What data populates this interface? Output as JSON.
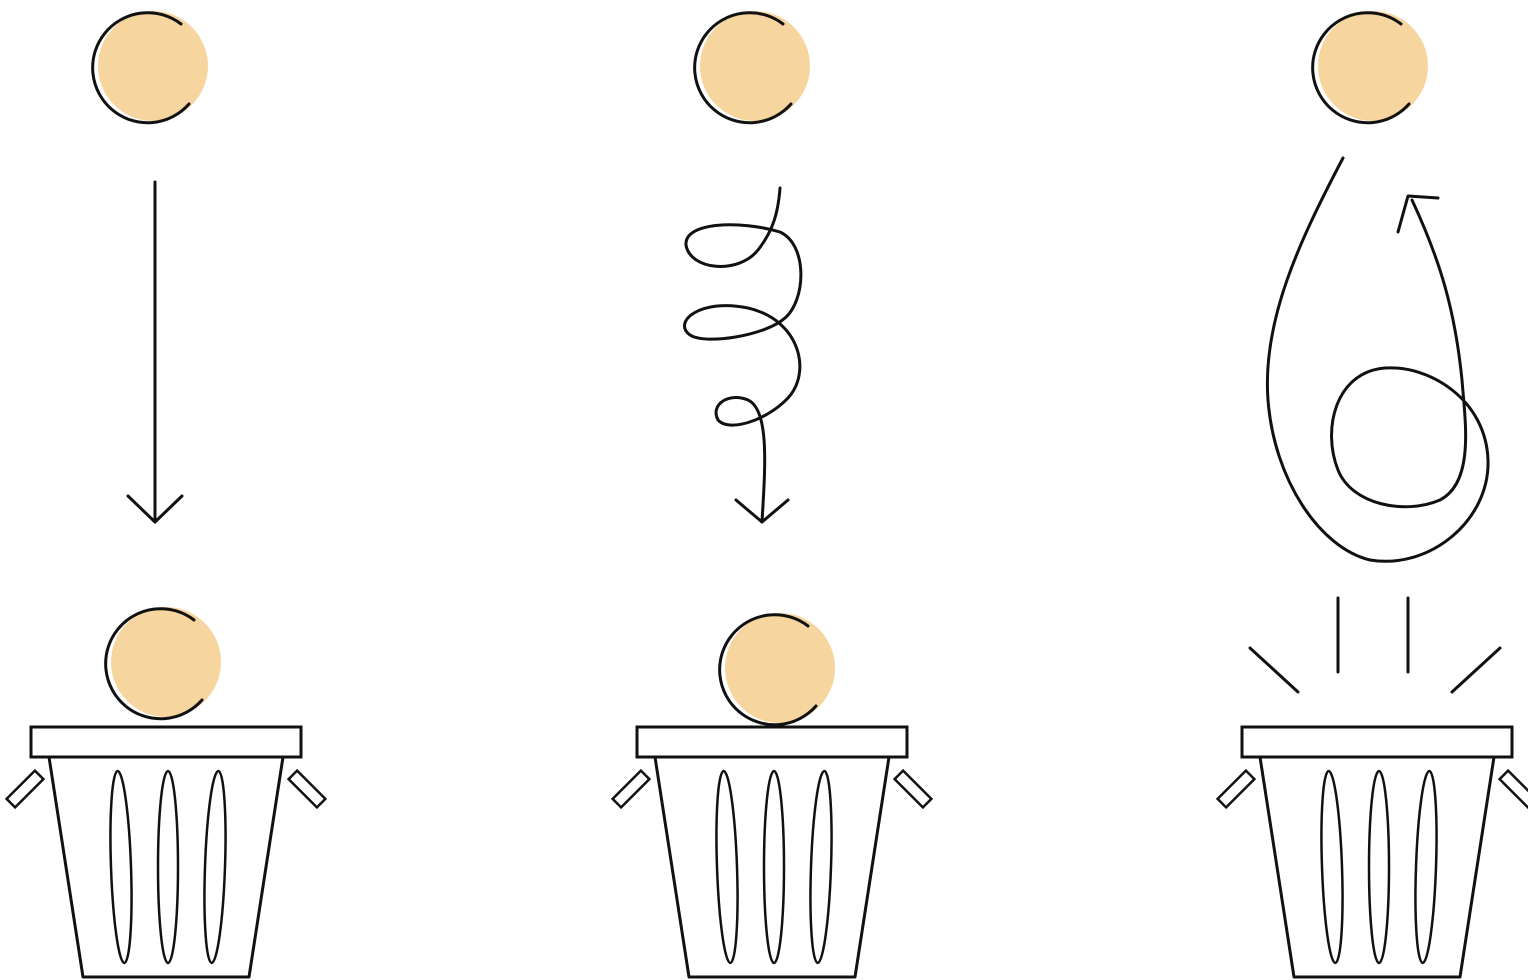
{
  "diagram": {
    "panels": [
      {
        "id": "straight",
        "path_style": "straight-down-arrow",
        "ball_lands_in_bin": true
      },
      {
        "id": "spiral",
        "path_style": "spiral-down-arrow",
        "ball_lands_in_bin": true
      },
      {
        "id": "loop",
        "path_style": "loop-back-up-arrow",
        "ball_lands_in_bin": false
      }
    ],
    "icons": [
      "ball-icon",
      "trash-bin-icon",
      "arrow-icon",
      "burst-lines-icon"
    ],
    "colors": {
      "ball_fill": "#F7D59E",
      "ink": "#111111",
      "background": "#FFFFFF"
    }
  }
}
